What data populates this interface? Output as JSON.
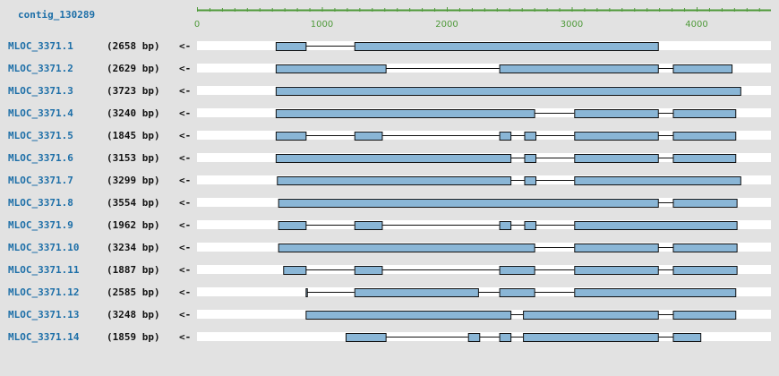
{
  "contig": {
    "label": "contig_130289"
  },
  "axis": {
    "min": 0,
    "max": 4500,
    "ticks": [
      0,
      1000,
      2000,
      3000,
      4000
    ],
    "tick_labels": [
      "0",
      "1000",
      "2000",
      "3000",
      "4000"
    ],
    "color": "#4f9a3a"
  },
  "colors": {
    "exon_fill": "#8ab6d6",
    "exon_stroke": "#111111",
    "intron": "#111111",
    "name": "#1d6fa8",
    "track_bg": "#ffffff",
    "page_bg": "#e2e2e2"
  },
  "transcripts": [
    {
      "name": "MLOC_3371.1",
      "length": "(2658 bp)",
      "strand": "<-",
      "exons": [
        [
          630,
          870
        ],
        [
          1260,
          3690
        ]
      ]
    },
    {
      "name": "MLOC_3371.2",
      "length": "(2629 bp)",
      "strand": "<-",
      "exons": [
        [
          630,
          1510
        ],
        [
          2420,
          3690
        ],
        [
          3810,
          4280
        ]
      ]
    },
    {
      "name": "MLOC_3371.3",
      "length": "(3723 bp)",
      "strand": "<-",
      "exons": [
        [
          630,
          4350
        ]
      ]
    },
    {
      "name": "MLOC_3371.4",
      "length": "(3240 bp)",
      "strand": "<-",
      "exons": [
        [
          630,
          2700
        ],
        [
          3020,
          3690
        ],
        [
          3810,
          4310
        ]
      ]
    },
    {
      "name": "MLOC_3371.5",
      "length": "(1845 bp)",
      "strand": "<-",
      "exons": [
        [
          630,
          870
        ],
        [
          1260,
          1480
        ],
        [
          2420,
          2510
        ],
        [
          2620,
          2710
        ],
        [
          3020,
          3690
        ],
        [
          3810,
          4310
        ]
      ]
    },
    {
      "name": "MLOC_3371.6",
      "length": "(3153 bp)",
      "strand": "<-",
      "exons": [
        [
          630,
          2510
        ],
        [
          2620,
          2710
        ],
        [
          3020,
          3690
        ],
        [
          3810,
          4310
        ]
      ]
    },
    {
      "name": "MLOC_3371.7",
      "length": "(3299 bp)",
      "strand": "<-",
      "exons": [
        [
          640,
          2510
        ],
        [
          2620,
          2710
        ],
        [
          3020,
          4350
        ]
      ]
    },
    {
      "name": "MLOC_3371.8",
      "length": "(3554 bp)",
      "strand": "<-",
      "exons": [
        [
          650,
          3690
        ],
        [
          3810,
          4320
        ]
      ]
    },
    {
      "name": "MLOC_3371.9",
      "length": "(1962 bp)",
      "strand": "<-",
      "exons": [
        [
          650,
          870
        ],
        [
          1260,
          1480
        ],
        [
          2420,
          2510
        ],
        [
          2620,
          2710
        ],
        [
          3020,
          4320
        ]
      ]
    },
    {
      "name": "MLOC_3371.10",
      "length": "(3234 bp)",
      "strand": "<-",
      "exons": [
        [
          650,
          2700
        ],
        [
          3020,
          3690
        ],
        [
          3810,
          4320
        ]
      ]
    },
    {
      "name": "MLOC_3371.11",
      "length": "(1887 bp)",
      "strand": "<-",
      "exons": [
        [
          690,
          870
        ],
        [
          1260,
          1480
        ],
        [
          2420,
          2700
        ],
        [
          3020,
          3690
        ],
        [
          3810,
          4320
        ]
      ]
    },
    {
      "name": "MLOC_3371.12",
      "length": "(2585 bp)",
      "strand": "<-",
      "exons": [
        [
          870,
          880
        ],
        [
          1260,
          2250
        ],
        [
          2420,
          2700
        ],
        [
          3020,
          4310
        ]
      ]
    },
    {
      "name": "MLOC_3371.13",
      "length": "(3248 bp)",
      "strand": "<-",
      "exons": [
        [
          870,
          2510
        ],
        [
          2610,
          3690
        ],
        [
          3810,
          4310
        ]
      ]
    },
    {
      "name": "MLOC_3371.14",
      "length": "(1859 bp)",
      "strand": "<-",
      "exons": [
        [
          1190,
          1510
        ],
        [
          2170,
          2260
        ],
        [
          2420,
          2510
        ],
        [
          2610,
          3690
        ],
        [
          3810,
          4030
        ]
      ]
    }
  ]
}
